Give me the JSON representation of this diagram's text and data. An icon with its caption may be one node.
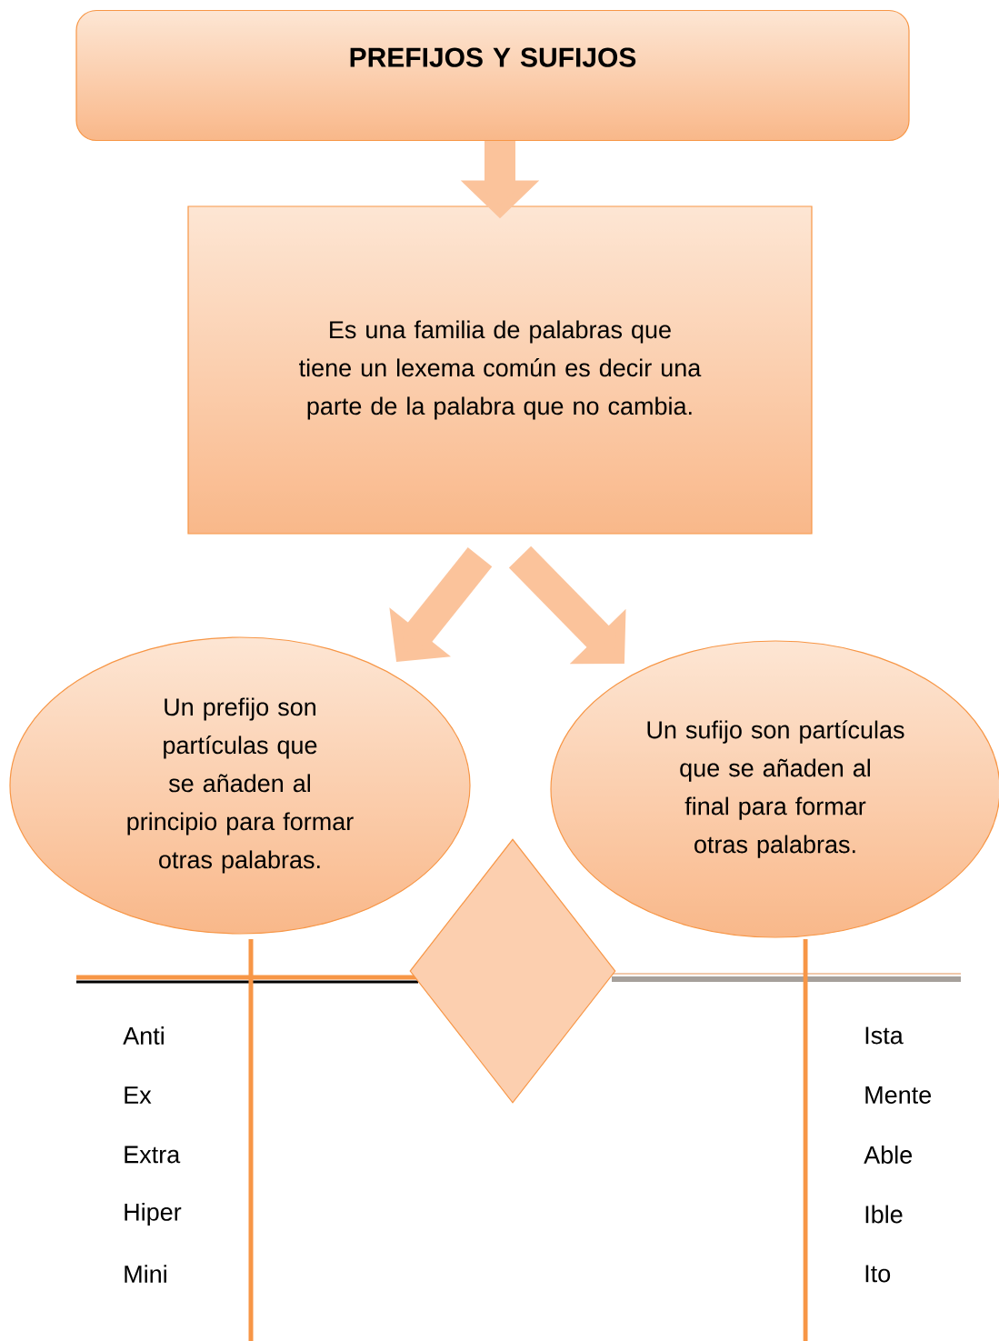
{
  "diagram": {
    "nodes": [
      {
        "text": [
          "PREFIJOS Y SUFIJOS"
        ]
      },
      {
        "text": [
          "Es una familia de palabras que tiene un lexema común es decir una parte de la palabra que no cambia."
        ]
      },
      {
        "text": [
          "Un prefijo son partículas que se añaden al principio para formar otras palabras."
        ]
      },
      {
        "text": [
          "Un sufijo son partículas que se añaden al final para formar otras palabras."
        ]
      },
      {
        "text": [],
        "shape": "diamond"
      }
    ],
    "edges": [
      {
        "from": 0,
        "to": 1,
        "arrow": "to"
      },
      {
        "from": 1,
        "to": 2,
        "arrow": "to"
      },
      {
        "from": 1,
        "to": 3,
        "arrow": "to"
      }
    ],
    "labels": [
      "Anti",
      "Ex",
      "Extra",
      "Hiper",
      "Mini",
      "Ista",
      "Mente",
      "Able",
      "Ible",
      "Ito"
    ]
  }
}
